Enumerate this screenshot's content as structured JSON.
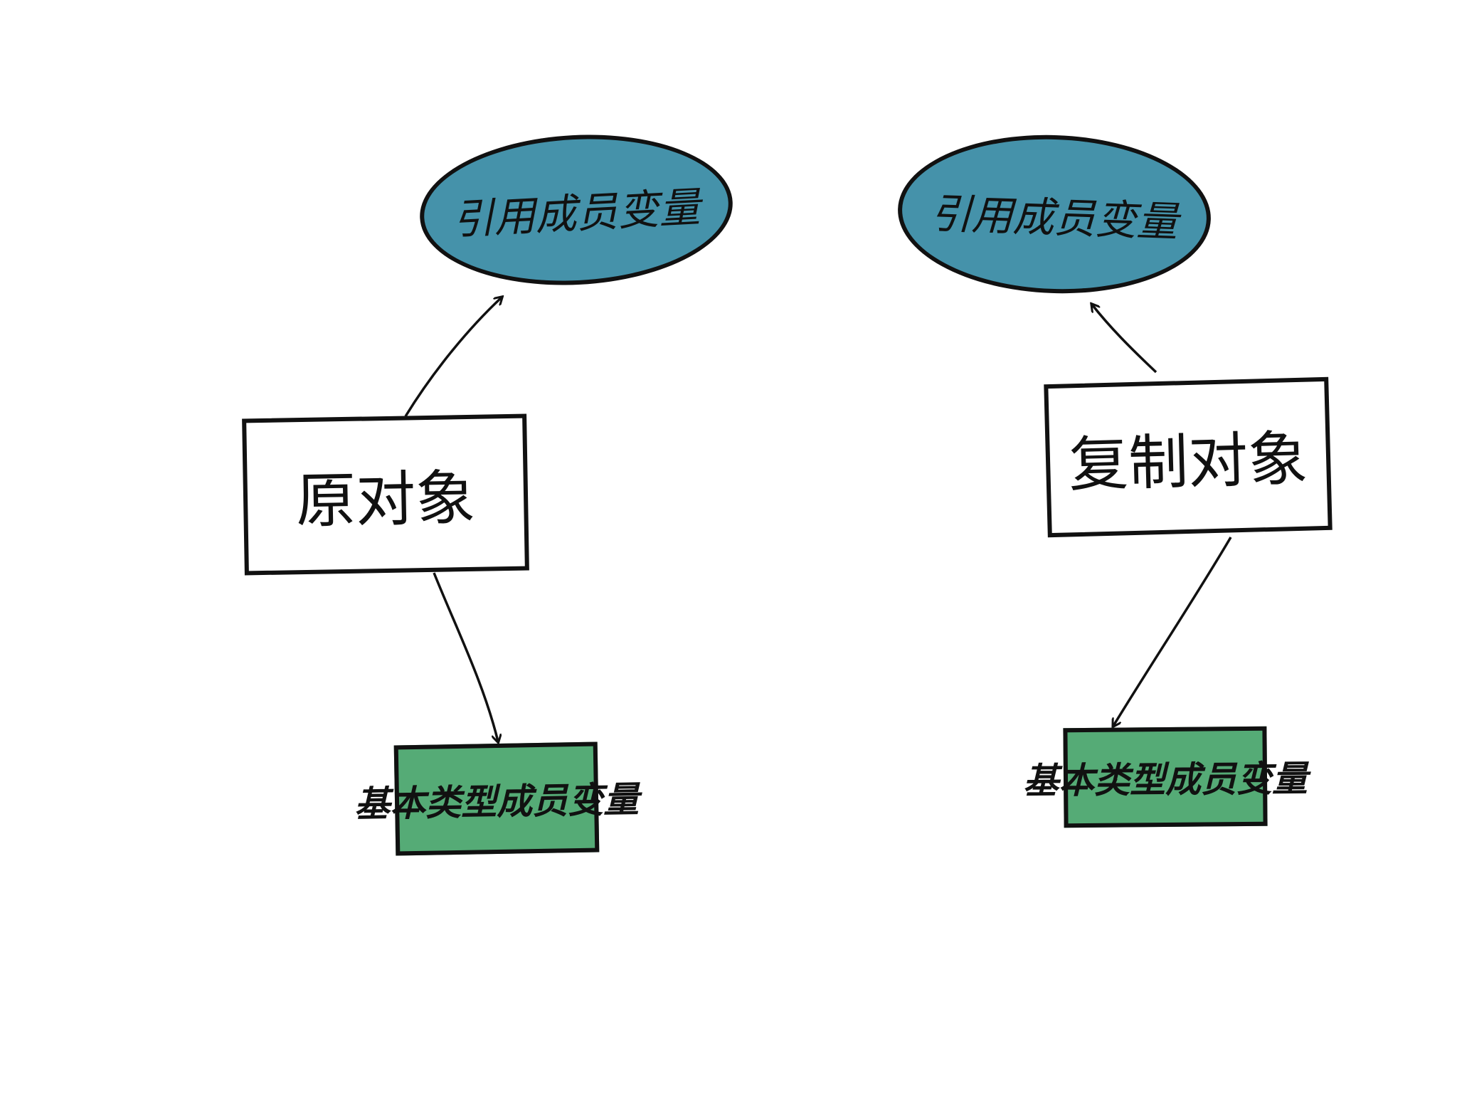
{
  "diagram": {
    "nodes": {
      "ref_left": {
        "label": "引用成员变量",
        "color": "#4592aa"
      },
      "ref_right": {
        "label": "引用成员变量",
        "color": "#4592aa"
      },
      "orig_object": {
        "label": "原对象",
        "color": "#ffffff"
      },
      "copy_object": {
        "label": "复制对象",
        "color": "#ffffff"
      },
      "prim_left": {
        "label": "基本类型成员变量",
        "color": "#55ab76"
      },
      "prim_right": {
        "label": "基本类型成员变量",
        "color": "#55ab76"
      }
    },
    "edges": [
      {
        "from": "orig_object",
        "to": "ref_left"
      },
      {
        "from": "orig_object",
        "to": "prim_left"
      },
      {
        "from": "copy_object",
        "to": "ref_right"
      },
      {
        "from": "copy_object",
        "to": "prim_right"
      }
    ],
    "stroke_color": "#111111"
  }
}
